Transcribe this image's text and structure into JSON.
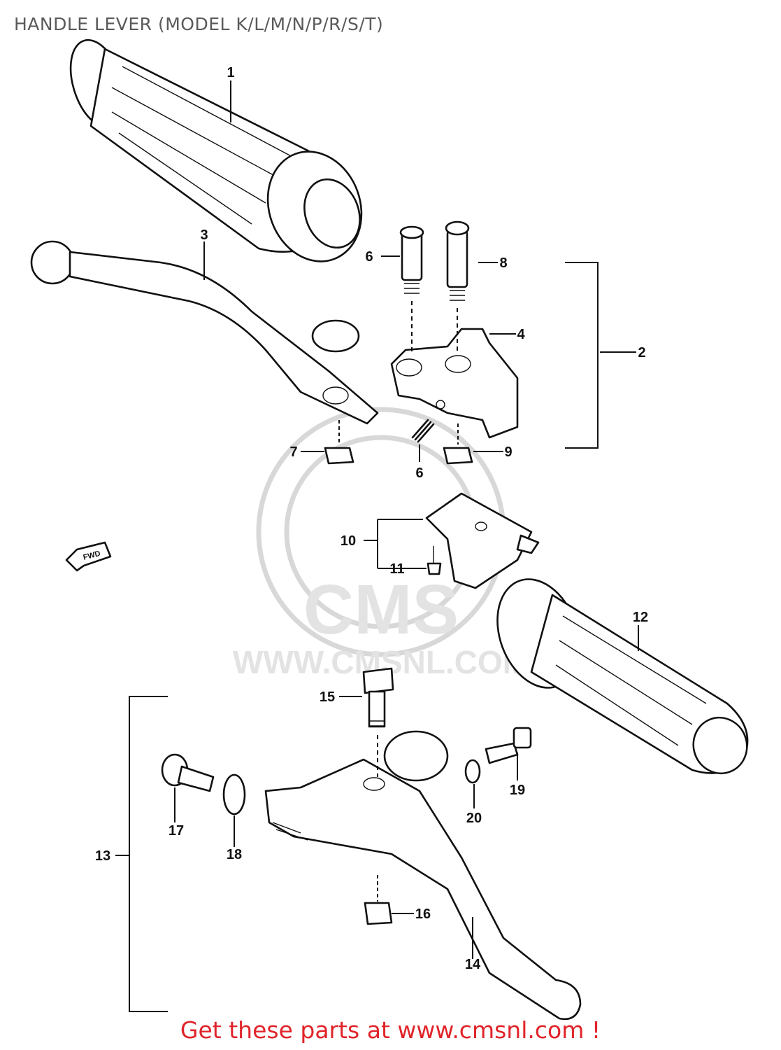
{
  "page": {
    "title": "HANDLE LEVER (MODEL K/L/M/N/P/R/S/T)",
    "footer": "Get these parts at www.cmsnl.com !"
  },
  "watermark": {
    "brand": "CMS",
    "url": "WWW.CMSNL.COM"
  },
  "direction_marker": {
    "text": "FWD",
    "icon": "fwd-arrow-icon"
  },
  "callouts": [
    {
      "number": "1"
    },
    {
      "number": "2"
    },
    {
      "number": "3"
    },
    {
      "number": "4"
    },
    {
      "number": "6"
    },
    {
      "number": "6"
    },
    {
      "number": "7"
    },
    {
      "number": "8"
    },
    {
      "number": "9"
    },
    {
      "number": "10"
    },
    {
      "number": "11"
    },
    {
      "number": "12"
    },
    {
      "number": "13"
    },
    {
      "number": "14"
    },
    {
      "number": "15"
    },
    {
      "number": "16"
    },
    {
      "number": "17"
    },
    {
      "number": "18"
    },
    {
      "number": "19"
    },
    {
      "number": "20"
    }
  ],
  "colors": {
    "title": "#5a5a5a",
    "footer": "#e0242a",
    "line": "#111111",
    "watermark": "#d8d8d8"
  }
}
